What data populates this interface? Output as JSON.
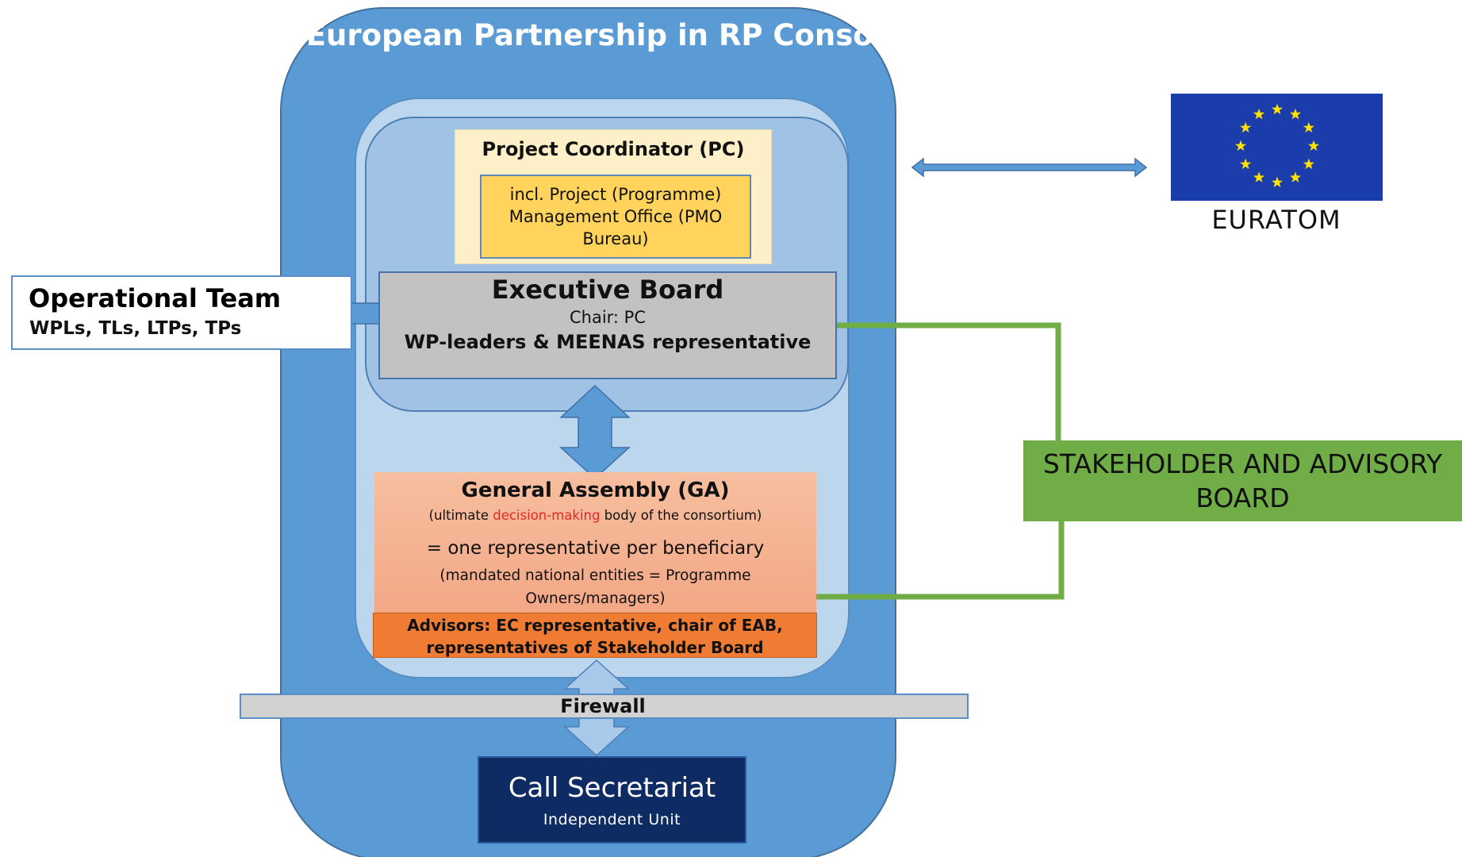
{
  "consortium": {
    "title": "European Partnership in RP Consortium"
  },
  "project_coordinator": {
    "title": "Project Coordinator (PC)",
    "pmo": "incl. Project (Programme) Management Office (PMO Bureau)"
  },
  "executive_board": {
    "title": "Executive Board",
    "chair": "Chair: PC",
    "members": "WP-leaders & MEENAS representative"
  },
  "operational_team": {
    "title": "Operational Team",
    "members": "WPLs, TLs, LTPs, TPs"
  },
  "general_assembly": {
    "title": "General Assembly (GA)",
    "subtitle_before": "(ultimate ",
    "subtitle_highlight": "decision-making",
    "subtitle_after": " body of the consortium)",
    "representation": "= one representative per beneficiary",
    "mandate": "(mandated national entities = Programme Owners/managers)"
  },
  "advisors": {
    "text": "Advisors: EC representative, chair of EAB, representatives of Stakeholder Board"
  },
  "firewall": {
    "label": "Firewall"
  },
  "call_secretariat": {
    "title": "Call Secretariat",
    "subtitle": "Independent Unit"
  },
  "stakeholder_board": {
    "label": "STAKEHOLDER AND ADVISORY BOARD"
  },
  "euratom": {
    "label": "EURATOM",
    "flag_colors": {
      "field": "#1b3cab",
      "stars": "#ffe100"
    }
  },
  "colors": {
    "consortium_blue": "#5b9bd5",
    "inner_light_blue": "#bcd6ee",
    "arrow_blue": "#5b9bd5",
    "stakeholder_green": "#70ad47",
    "call_navy": "#0f2b63"
  }
}
